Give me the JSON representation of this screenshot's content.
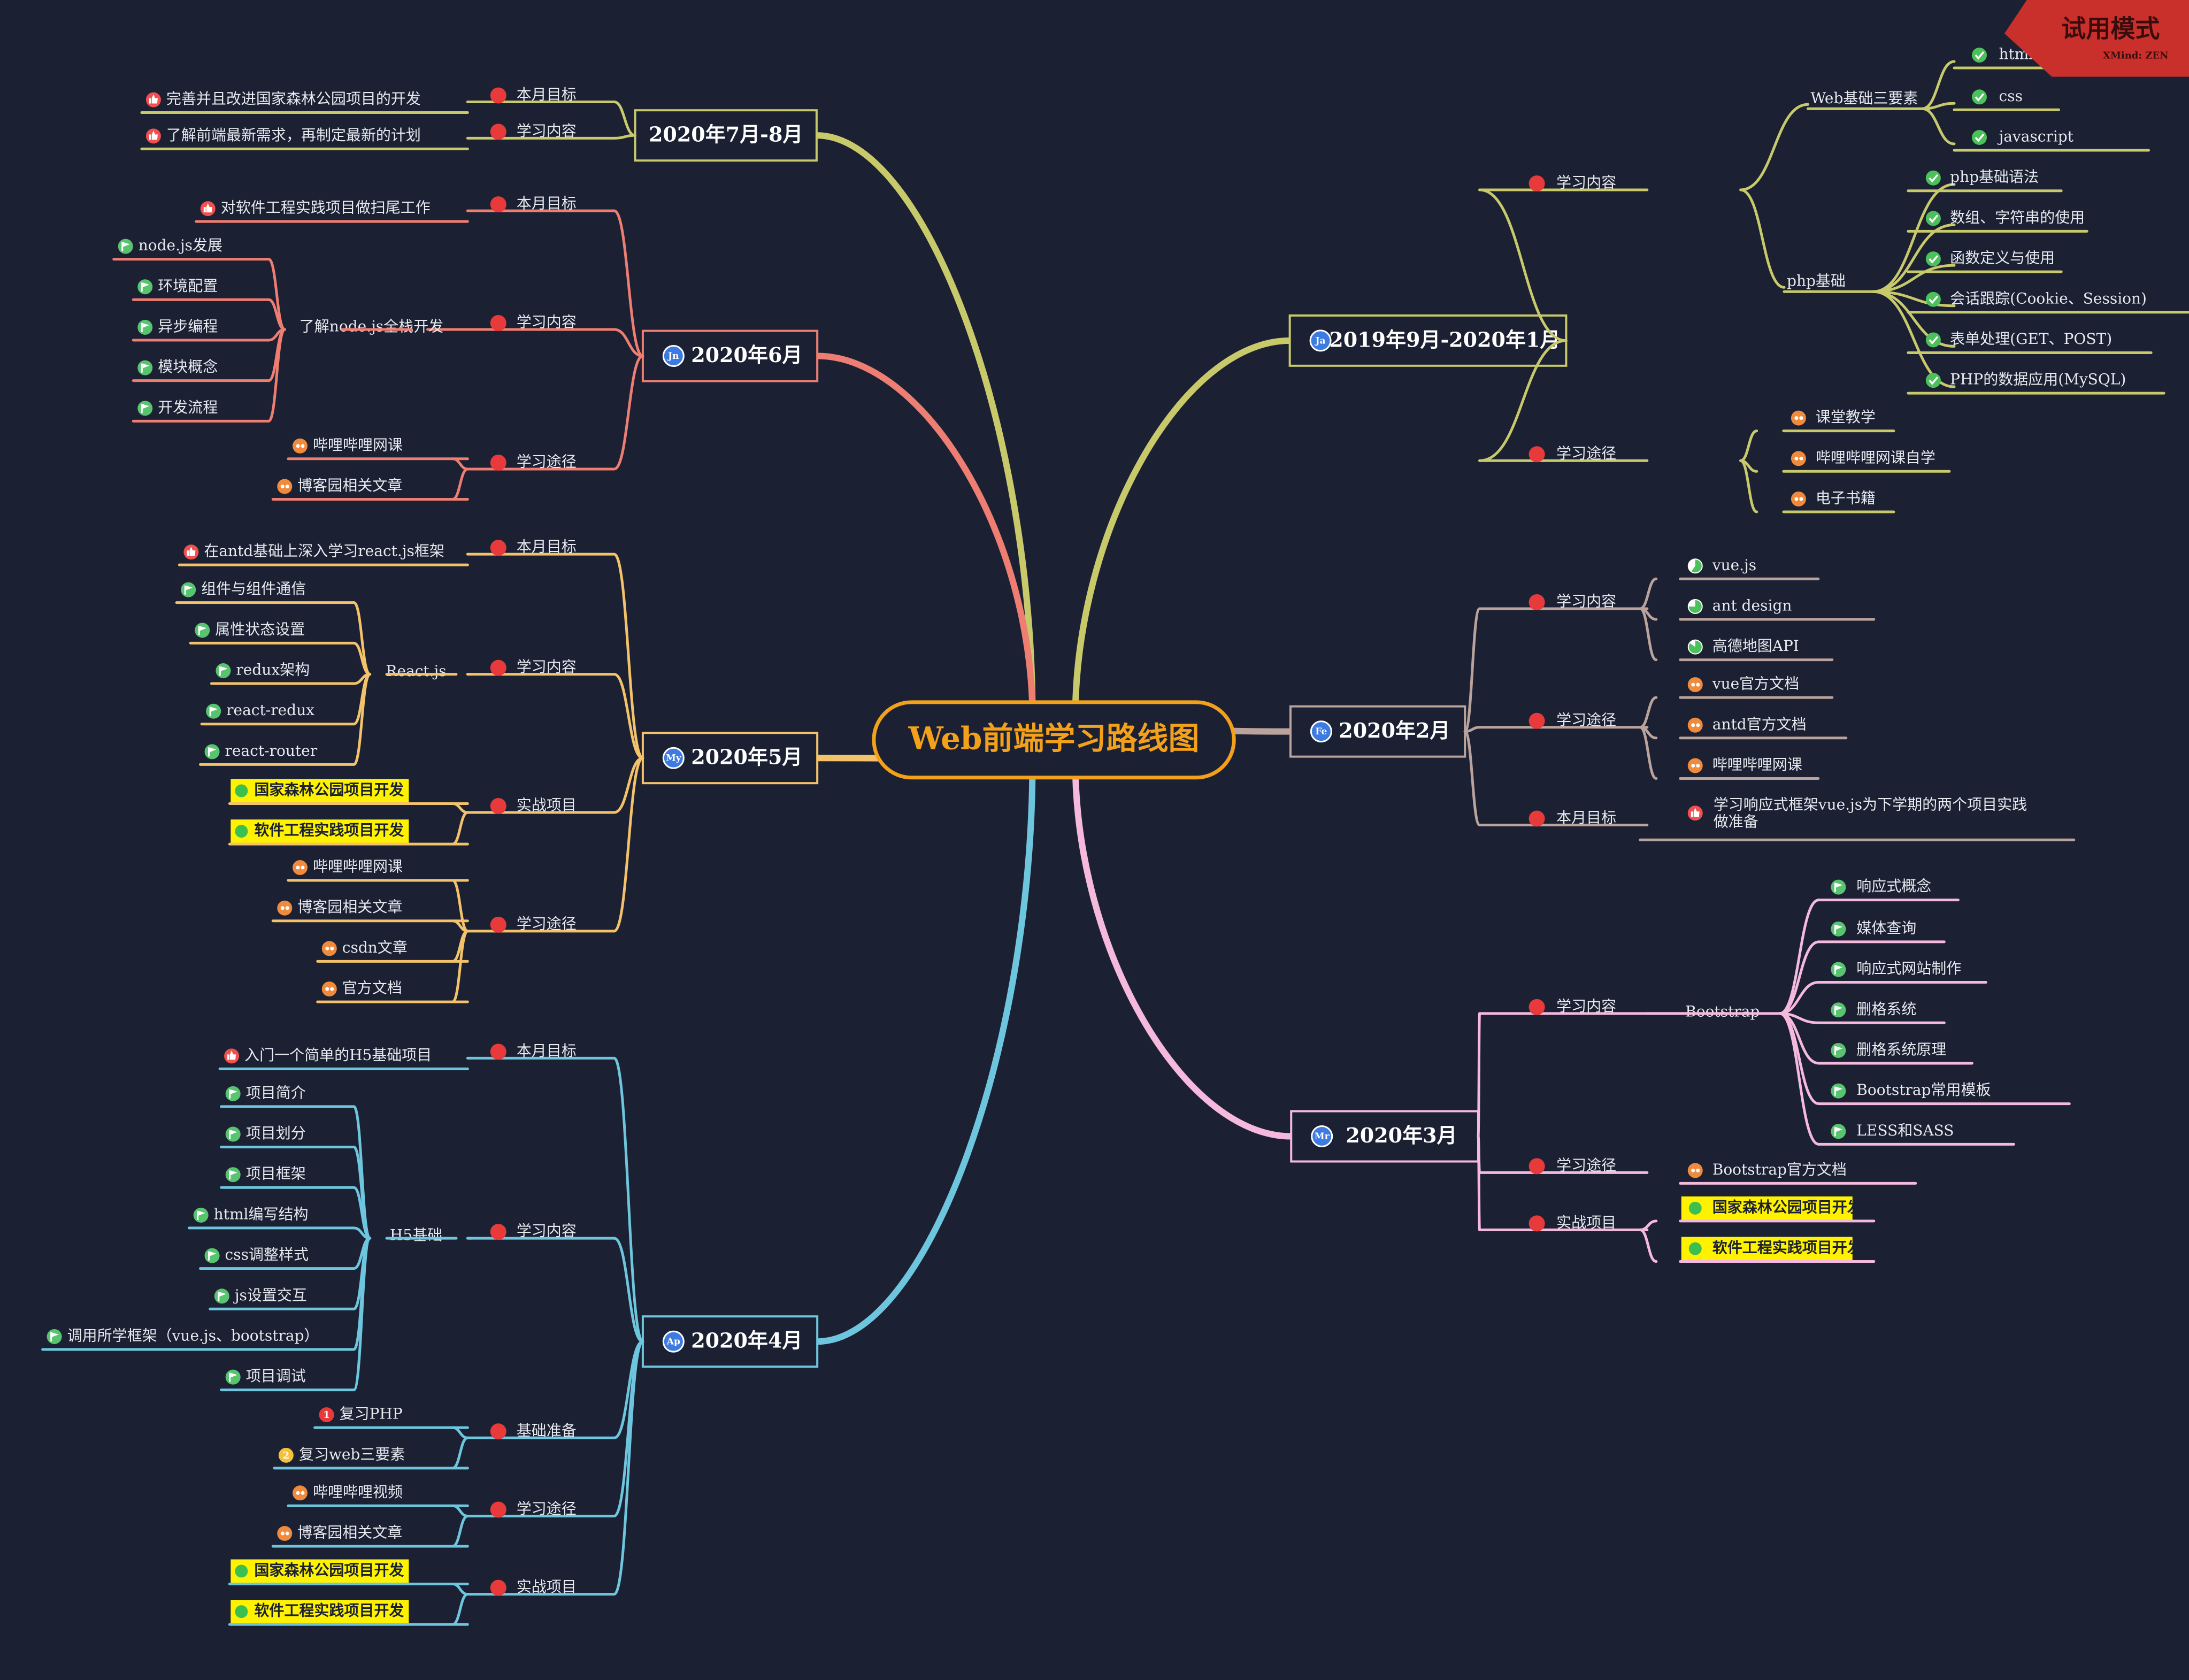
{
  "watermark": {
    "title": "试用模式",
    "brand": "XMind: ZEN"
  },
  "central": {
    "label": "Web前端学习路线图"
  },
  "months": [
    {
      "id": "jul-aug",
      "label": "2020年7月-8月",
      "badge": "",
      "color": "#c8c96b",
      "side": "left",
      "groups": [
        {
          "label": "本月目标",
          "leaves": [
            {
              "text": "完善并且改进国家森林公园项目的开发",
              "icon": "thumb"
            }
          ]
        },
        {
          "label": "学习内容",
          "leaves": [
            {
              "text": "了解前端最新需求，再制定最新的计划",
              "icon": "thumb"
            }
          ]
        }
      ]
    },
    {
      "id": "jun",
      "label": "2020年6月",
      "badge": "Jn",
      "color": "#ee7d72",
      "side": "left",
      "groups": [
        {
          "label": "本月目标",
          "leaves": [
            {
              "text": "对软件工程实践项目做扫尾工作",
              "icon": "thumb"
            }
          ]
        },
        {
          "label": "学习内容",
          "sub": {
            "label": "了解node.js全栈开发",
            "leaves": [
              {
                "text": "node.js发展",
                "icon": "flag"
              },
              {
                "text": "环境配置",
                "icon": "flag"
              },
              {
                "text": "异步编程",
                "icon": "flag"
              },
              {
                "text": "模块概念",
                "icon": "flag"
              },
              {
                "text": "开发流程",
                "icon": "flag"
              }
            ]
          }
        },
        {
          "label": "学习途径",
          "leaves": [
            {
              "text": "哔哩哔哩网课",
              "icon": "quote"
            },
            {
              "text": "博客园相关文章",
              "icon": "quote"
            }
          ]
        }
      ]
    },
    {
      "id": "may",
      "label": "2020年5月",
      "badge": "My",
      "color": "#f3c26a",
      "side": "left",
      "groups": [
        {
          "label": "本月目标",
          "leaves": [
            {
              "text": "在antd基础上深入学习react.js框架",
              "icon": "thumb"
            }
          ]
        },
        {
          "label": "学习内容",
          "sub": {
            "label": "React.js",
            "leaves": [
              {
                "text": "组件与组件通信",
                "icon": "flag"
              },
              {
                "text": "属性状态设置",
                "icon": "flag"
              },
              {
                "text": "redux架构",
                "icon": "flag"
              },
              {
                "text": "react-redux",
                "icon": "flag"
              },
              {
                "text": "react-router",
                "icon": "flag"
              }
            ]
          }
        },
        {
          "label": "实战项目",
          "leaves": [
            {
              "text": "国家森林公园项目开发",
              "icon": "dot",
              "highlight": true
            },
            {
              "text": "软件工程实践项目开发",
              "icon": "dot",
              "highlight": true
            }
          ]
        },
        {
          "label": "学习途径",
          "leaves": [
            {
              "text": "哔哩哔哩网课",
              "icon": "quote"
            },
            {
              "text": "博客园相关文章",
              "icon": "quote"
            },
            {
              "text": "csdn文章",
              "icon": "quote"
            },
            {
              "text": "官方文档",
              "icon": "quote"
            }
          ]
        }
      ]
    },
    {
      "id": "apr",
      "label": "2020年4月",
      "badge": "Ap",
      "color": "#6ec6de",
      "side": "left",
      "groups": [
        {
          "label": "本月目标",
          "leaves": [
            {
              "text": "入门一个简单的H5基础项目",
              "icon": "thumb"
            }
          ]
        },
        {
          "label": "学习内容",
          "sub": {
            "label": "H5基础",
            "leaves": [
              {
                "text": "项目简介",
                "icon": "flag"
              },
              {
                "text": "项目划分",
                "icon": "flag"
              },
              {
                "text": "项目框架",
                "icon": "flag"
              },
              {
                "text": "html编写结构",
                "icon": "flag"
              },
              {
                "text": "css调整样式",
                "icon": "flag"
              },
              {
                "text": "js设置交互",
                "icon": "flag"
              },
              {
                "text": "调用所学框架（vue.js、bootstrap）",
                "icon": "flag"
              },
              {
                "text": "项目调试",
                "icon": "flag"
              }
            ]
          }
        },
        {
          "label": "基础准备",
          "leaves": [
            {
              "text": "复习PHP",
              "icon": "num1"
            },
            {
              "text": "复习web三要素",
              "icon": "num2"
            }
          ]
        },
        {
          "label": "学习途径",
          "leaves": [
            {
              "text": "哔哩哔哩视频",
              "icon": "quote"
            },
            {
              "text": "博客园相关文章",
              "icon": "quote"
            }
          ]
        },
        {
          "label": "实战项目",
          "leaves": [
            {
              "text": "国家森林公园项目开发",
              "icon": "dot",
              "highlight": true
            },
            {
              "text": "软件工程实践项目开发",
              "icon": "dot",
              "highlight": true
            }
          ]
        }
      ]
    },
    {
      "id": "sep-jan",
      "label": "2019年9月-2020年1月",
      "badge": "Ja",
      "color": "#c8c96b",
      "side": "right",
      "groups": [
        {
          "label": "学习内容",
          "subs": [
            {
              "label": "Web基础三要素",
              "leaves": [
                {
                  "text": "html",
                  "icon": "check"
                },
                {
                  "text": "css",
                  "icon": "check"
                },
                {
                  "text": "javascript",
                  "icon": "check"
                }
              ]
            },
            {
              "label": "php基础",
              "leaves": [
                {
                  "text": "php基础语法",
                  "icon": "check"
                },
                {
                  "text": "数组、字符串的使用",
                  "icon": "check"
                },
                {
                  "text": "函数定义与使用",
                  "icon": "check"
                },
                {
                  "text": "会话跟踪(Cookie、Session)",
                  "icon": "check"
                },
                {
                  "text": "表单处理(GET、POST)",
                  "icon": "check"
                },
                {
                  "text": "PHP的数据应用(MySQL)",
                  "icon": "check"
                }
              ]
            }
          ]
        },
        {
          "label": "学习途径",
          "leaves": [
            {
              "text": "课堂教学",
              "icon": "quote"
            },
            {
              "text": "哔哩哔哩网课自学",
              "icon": "quote"
            },
            {
              "text": "电子书籍",
              "icon": "quote"
            }
          ]
        }
      ]
    },
    {
      "id": "feb",
      "label": "2020年2月",
      "badge": "Fe",
      "color": "#b9a39c",
      "side": "right",
      "groups": [
        {
          "label": "学习内容",
          "leaves": [
            {
              "text": "vue.js",
              "icon": "pie1"
            },
            {
              "text": "ant design",
              "icon": "pie2"
            },
            {
              "text": "高德地图API",
              "icon": "pie3"
            }
          ]
        },
        {
          "label": "学习途径",
          "leaves": [
            {
              "text": "vue官方文档",
              "icon": "quote"
            },
            {
              "text": "antd官方文档",
              "icon": "quote"
            },
            {
              "text": "哔哩哔哩网课",
              "icon": "quote"
            }
          ]
        },
        {
          "label": "本月目标",
          "leaves": [
            {
              "text": "学习响应式框架vue.js为下学期的两个项目实践做准备",
              "line1": "学习响应式框架vue.js为下学期的两个项目实践",
              "line2": "做准备",
              "icon": "thumb"
            }
          ]
        }
      ]
    },
    {
      "id": "mar",
      "label": "2020年3月",
      "badge": "Mr",
      "color": "#f4b9dc",
      "side": "right",
      "groups": [
        {
          "label": "学习内容",
          "sub": {
            "label": "Bootstrap",
            "leaves": [
              {
                "text": "响应式概念",
                "icon": "flag"
              },
              {
                "text": "媒体查询",
                "icon": "flag"
              },
              {
                "text": "响应式网站制作",
                "icon": "flag"
              },
              {
                "text": "删格系统",
                "icon": "flag"
              },
              {
                "text": "删格系统原理",
                "icon": "flag"
              },
              {
                "text": "Bootstrap常用模板",
                "icon": "flag"
              },
              {
                "text": "LESS和SASS",
                "icon": "flag"
              }
            ]
          }
        },
        {
          "label": "学习途径",
          "leaves": [
            {
              "text": "Bootstrap官方文档",
              "icon": "quote"
            }
          ]
        },
        {
          "label": "实战项目",
          "leaves": [
            {
              "text": "国家森林公园项目开发",
              "icon": "dot",
              "highlight": true
            },
            {
              "text": "软件工程实践项目开发",
              "icon": "dot",
              "highlight": true
            }
          ]
        }
      ]
    }
  ],
  "icon_colors": {
    "marker": "#e83a3a",
    "thumb": "#f05050",
    "flag": "#58c470",
    "check": "#4cc05a",
    "quote": "#f08a3c",
    "dot": "#3bbf4f",
    "pie": "#4cc05a",
    "num1": "#e83a3a",
    "num2": "#f3c13a"
  },
  "colors": {
    "background": "#1b2133",
    "central_border": "#f3a01a",
    "central_text": "#f3a01a",
    "highlight": "#fff200",
    "text": "#e8eaf0",
    "badge": "#3d7be0"
  }
}
